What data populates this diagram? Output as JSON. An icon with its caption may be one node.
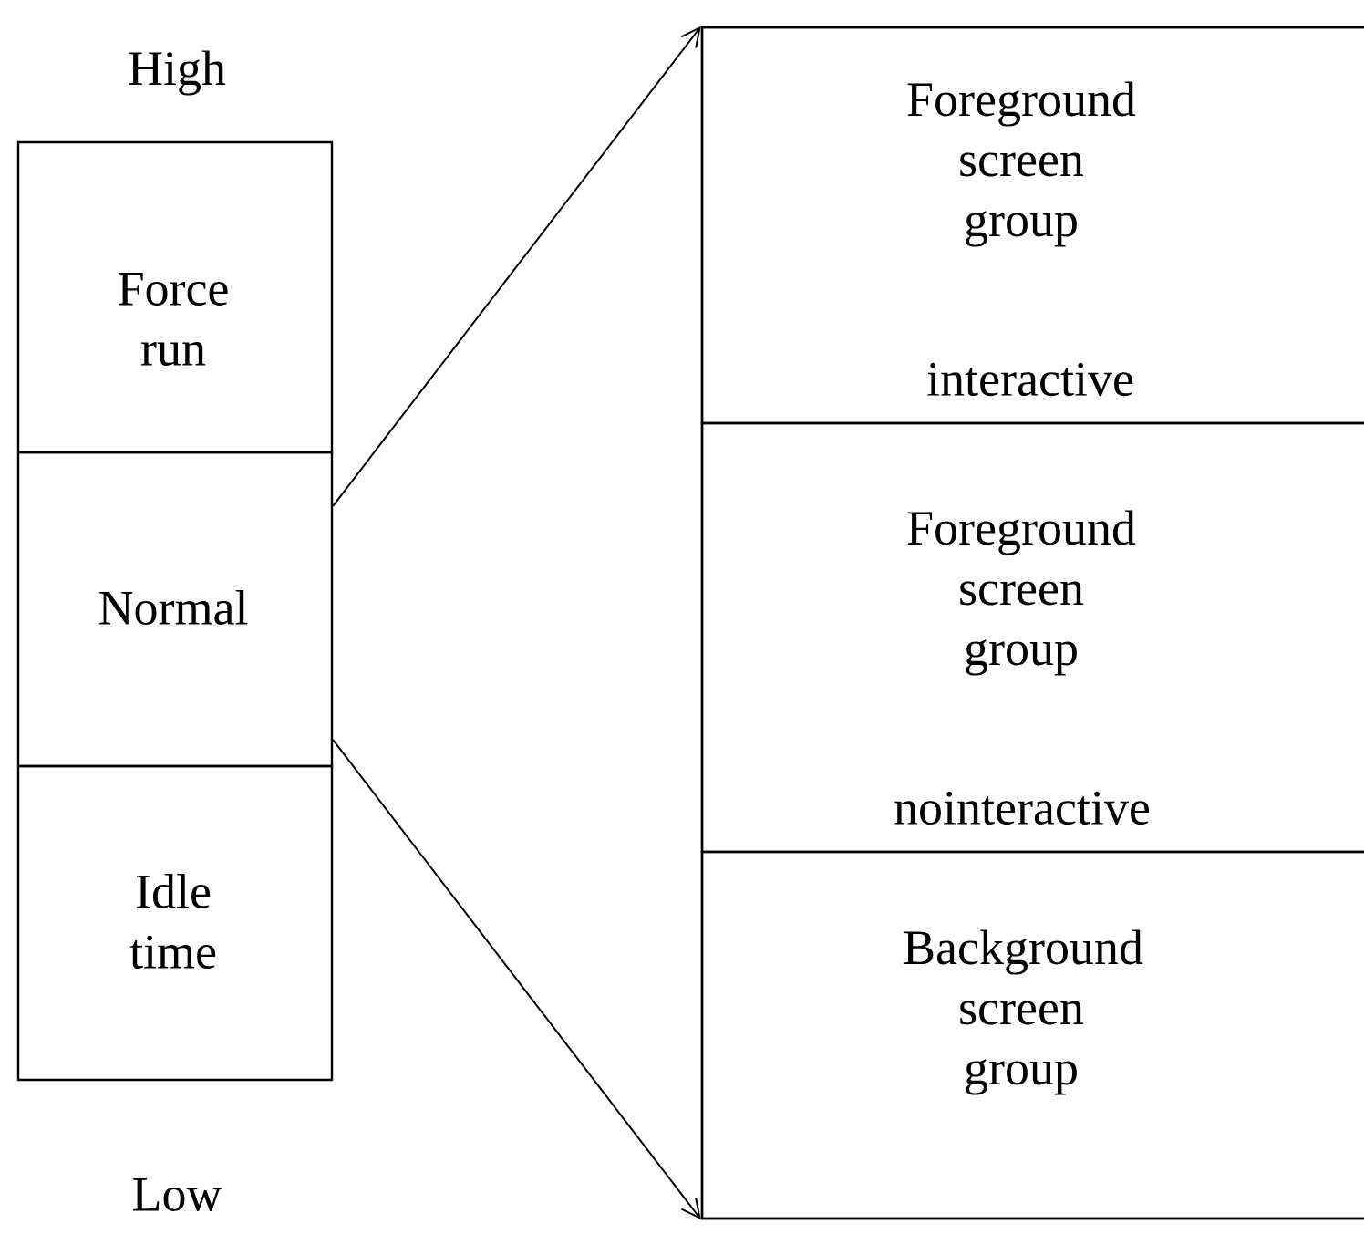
{
  "diagram": {
    "nodes": [
      {
        "text": [
          "Force run"
        ]
      },
      {
        "text": [
          "Normal"
        ]
      },
      {
        "text": [
          "Idle time"
        ]
      },
      {
        "text": [],
        "shape": "box"
      },
      {
        "text": [
          "Foreground screen group",
          "interactive"
        ],
        "in": 3
      },
      {
        "text": [
          "Foreground screen group",
          "nointeractive"
        ],
        "in": 3
      },
      {
        "text": [
          "Background screen group"
        ],
        "in": 3
      }
    ],
    "edges": [
      {
        "from": 1,
        "to": 3,
        "arrow": "to"
      },
      {
        "from": 1,
        "to": 3,
        "arrow": "to"
      }
    ],
    "labels": [
      "High",
      "Low"
    ]
  }
}
